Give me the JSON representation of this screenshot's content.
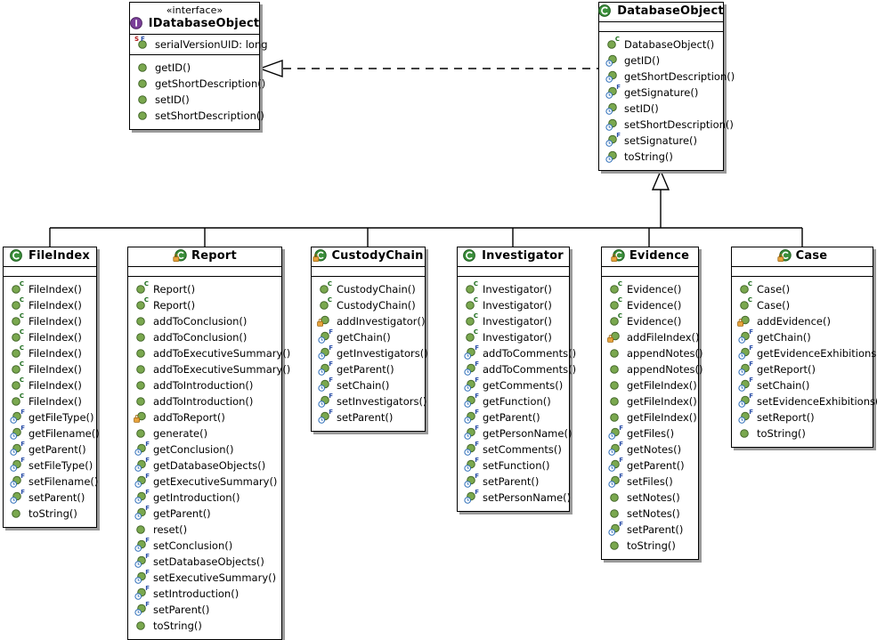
{
  "diagram": {
    "type": "uml-class-diagram",
    "background": "#ffffff",
    "colors": {
      "class_icon": "#3a8f3a",
      "interface_icon": "#7b3f99",
      "member_icon": "#7aa84f",
      "lock_badge": "#e8a33d",
      "line": "#000000",
      "shadow": "#9a9a9a"
    },
    "relations": [
      {
        "name": "realization",
        "from": "DatabaseObject",
        "to": "IDatabaseObject",
        "style": "dashed",
        "arrow": "hollow-triangle"
      },
      {
        "name": "generalization",
        "from": "subclasses",
        "to": "DatabaseObject",
        "style": "solid",
        "arrow": "hollow-triangle"
      }
    ]
  },
  "classes": {
    "idatabaseobject": {
      "stereotype": "«interface»",
      "name": "IDatabaseObject",
      "icon": "interface-icon",
      "locked": false,
      "attributes": [
        {
          "label": "serialVersionUID: long",
          "icon": "field-icon",
          "badges": [
            "S",
            "F"
          ]
        }
      ],
      "operations": [
        {
          "label": "getID()",
          "icon": "method-icon",
          "badges": []
        },
        {
          "label": "getShortDescription()",
          "icon": "method-icon",
          "badges": []
        },
        {
          "label": "setID()",
          "icon": "method-icon",
          "badges": []
        },
        {
          "label": "setShortDescription()",
          "icon": "method-icon",
          "badges": []
        }
      ]
    },
    "databaseobject": {
      "stereotype": "",
      "name": "DatabaseObject",
      "icon": "class-icon",
      "locked": false,
      "attributes": [],
      "operations": [
        {
          "label": "DatabaseObject()",
          "icon": "method-icon",
          "badges": [
            "C"
          ]
        },
        {
          "label": "getID()",
          "icon": "method-icon",
          "badges": [
            "O"
          ]
        },
        {
          "label": "getShortDescription()",
          "icon": "method-icon",
          "badges": [
            "O"
          ]
        },
        {
          "label": "getSignature()",
          "icon": "method-icon",
          "badges": [
            "F",
            "O"
          ]
        },
        {
          "label": "setID()",
          "icon": "method-icon",
          "badges": [
            "O"
          ]
        },
        {
          "label": "setShortDescription()",
          "icon": "method-icon",
          "badges": [
            "O"
          ]
        },
        {
          "label": "setSignature()",
          "icon": "method-icon",
          "badges": [
            "F",
            "O"
          ]
        },
        {
          "label": "toString()",
          "icon": "method-icon",
          "badges": [
            "O"
          ]
        }
      ]
    },
    "fileindex": {
      "stereotype": "",
      "name": "FileIndex",
      "icon": "class-icon",
      "locked": false,
      "attributes": [],
      "operations": [
        {
          "label": "FileIndex()",
          "icon": "method-icon",
          "badges": [
            "C"
          ]
        },
        {
          "label": "FileIndex()",
          "icon": "method-icon",
          "badges": [
            "C"
          ]
        },
        {
          "label": "FileIndex()",
          "icon": "method-icon",
          "badges": [
            "C"
          ]
        },
        {
          "label": "FileIndex()",
          "icon": "method-icon",
          "badges": [
            "C"
          ]
        },
        {
          "label": "FileIndex()",
          "icon": "method-icon",
          "badges": [
            "C"
          ]
        },
        {
          "label": "FileIndex()",
          "icon": "method-icon",
          "badges": [
            "C"
          ]
        },
        {
          "label": "FileIndex()",
          "icon": "method-icon",
          "badges": [
            "C"
          ]
        },
        {
          "label": "FileIndex()",
          "icon": "method-icon",
          "badges": [
            "C"
          ]
        },
        {
          "label": "getFileType()",
          "icon": "method-icon",
          "badges": [
            "F",
            "O"
          ]
        },
        {
          "label": "getFilename()",
          "icon": "method-icon",
          "badges": [
            "F",
            "O"
          ]
        },
        {
          "label": "getParent()",
          "icon": "method-icon",
          "badges": [
            "F",
            "O"
          ]
        },
        {
          "label": "setFileType()",
          "icon": "method-icon",
          "badges": [
            "F",
            "O"
          ]
        },
        {
          "label": "setFilename()",
          "icon": "method-icon",
          "badges": [
            "F",
            "O"
          ]
        },
        {
          "label": "setParent()",
          "icon": "method-icon",
          "badges": [
            "F",
            "O"
          ]
        },
        {
          "label": "toString()",
          "icon": "method-icon",
          "badges": []
        }
      ]
    },
    "report": {
      "stereotype": "",
      "name": "Report",
      "icon": "class-icon",
      "locked": true,
      "attributes": [],
      "operations": [
        {
          "label": "Report()",
          "icon": "method-icon",
          "badges": [
            "C"
          ]
        },
        {
          "label": "Report()",
          "icon": "method-icon",
          "badges": [
            "C"
          ]
        },
        {
          "label": "addToConclusion()",
          "icon": "method-icon",
          "badges": []
        },
        {
          "label": "addToConclusion()",
          "icon": "method-icon",
          "badges": []
        },
        {
          "label": "addToExecutiveSummary()",
          "icon": "method-icon",
          "badges": []
        },
        {
          "label": "addToExecutiveSummary()",
          "icon": "method-icon",
          "badges": []
        },
        {
          "label": "addToIntroduction()",
          "icon": "method-icon",
          "badges": []
        },
        {
          "label": "addToIntroduction()",
          "icon": "method-icon",
          "badges": []
        },
        {
          "label": "addToReport()",
          "icon": "method-icon",
          "badges": [
            "L"
          ]
        },
        {
          "label": "generate()",
          "icon": "method-icon",
          "badges": []
        },
        {
          "label": "getConclusion()",
          "icon": "method-icon",
          "badges": [
            "F",
            "O"
          ]
        },
        {
          "label": "getDatabaseObjects()",
          "icon": "method-icon",
          "badges": [
            "F",
            "O"
          ]
        },
        {
          "label": "getExecutiveSummary()",
          "icon": "method-icon",
          "badges": [
            "F",
            "O"
          ]
        },
        {
          "label": "getIntroduction()",
          "icon": "method-icon",
          "badges": [
            "F",
            "O"
          ]
        },
        {
          "label": "getParent()",
          "icon": "method-icon",
          "badges": [
            "F",
            "O"
          ]
        },
        {
          "label": "reset()",
          "icon": "method-icon",
          "badges": []
        },
        {
          "label": "setConclusion()",
          "icon": "method-icon",
          "badges": [
            "F",
            "O"
          ]
        },
        {
          "label": "setDatabaseObjects()",
          "icon": "method-icon",
          "badges": [
            "F",
            "O"
          ]
        },
        {
          "label": "setExecutiveSummary()",
          "icon": "method-icon",
          "badges": [
            "F",
            "O"
          ]
        },
        {
          "label": "setIntroduction()",
          "icon": "method-icon",
          "badges": [
            "F",
            "O"
          ]
        },
        {
          "label": "setParent()",
          "icon": "method-icon",
          "badges": [
            "F",
            "O"
          ]
        },
        {
          "label": "toString()",
          "icon": "method-icon",
          "badges": []
        }
      ]
    },
    "custodychain": {
      "stereotype": "",
      "name": "CustodyChain",
      "icon": "class-icon",
      "locked": true,
      "attributes": [],
      "operations": [
        {
          "label": "CustodyChain()",
          "icon": "method-icon",
          "badges": [
            "C"
          ]
        },
        {
          "label": "CustodyChain()",
          "icon": "method-icon",
          "badges": [
            "C"
          ]
        },
        {
          "label": "addInvestigator()",
          "icon": "method-icon",
          "badges": [
            "L"
          ]
        },
        {
          "label": "getChain()",
          "icon": "method-icon",
          "badges": [
            "F",
            "O"
          ]
        },
        {
          "label": "getInvestigators()",
          "icon": "method-icon",
          "badges": [
            "F",
            "O"
          ]
        },
        {
          "label": "getParent()",
          "icon": "method-icon",
          "badges": [
            "F",
            "O"
          ]
        },
        {
          "label": "setChain()",
          "icon": "method-icon",
          "badges": [
            "F",
            "O"
          ]
        },
        {
          "label": "setInvestigators()",
          "icon": "method-icon",
          "badges": [
            "F",
            "O"
          ]
        },
        {
          "label": "setParent()",
          "icon": "method-icon",
          "badges": [
            "F",
            "O"
          ]
        }
      ]
    },
    "investigator": {
      "stereotype": "",
      "name": "Investigator",
      "icon": "class-icon",
      "locked": false,
      "attributes": [],
      "operations": [
        {
          "label": "Investigator()",
          "icon": "method-icon",
          "badges": [
            "C"
          ]
        },
        {
          "label": "Investigator()",
          "icon": "method-icon",
          "badges": [
            "C"
          ]
        },
        {
          "label": "Investigator()",
          "icon": "method-icon",
          "badges": [
            "C"
          ]
        },
        {
          "label": "Investigator()",
          "icon": "method-icon",
          "badges": [
            "C"
          ]
        },
        {
          "label": "addToComments()",
          "icon": "method-icon",
          "badges": [
            "F",
            "O"
          ]
        },
        {
          "label": "addToComments()",
          "icon": "method-icon",
          "badges": [
            "F",
            "O"
          ]
        },
        {
          "label": "getComments()",
          "icon": "method-icon",
          "badges": [
            "F",
            "O"
          ]
        },
        {
          "label": "getFunction()",
          "icon": "method-icon",
          "badges": [
            "F",
            "O"
          ]
        },
        {
          "label": "getParent()",
          "icon": "method-icon",
          "badges": [
            "F",
            "O"
          ]
        },
        {
          "label": "getPersonName()",
          "icon": "method-icon",
          "badges": [
            "F",
            "O"
          ]
        },
        {
          "label": "setComments()",
          "icon": "method-icon",
          "badges": [
            "F",
            "O"
          ]
        },
        {
          "label": "setFunction()",
          "icon": "method-icon",
          "badges": [
            "F",
            "O"
          ]
        },
        {
          "label": "setParent()",
          "icon": "method-icon",
          "badges": [
            "F",
            "O"
          ]
        },
        {
          "label": "setPersonName()",
          "icon": "method-icon",
          "badges": [
            "F",
            "O"
          ]
        }
      ]
    },
    "evidence": {
      "stereotype": "",
      "name": "Evidence",
      "icon": "class-icon",
      "locked": true,
      "attributes": [],
      "operations": [
        {
          "label": "Evidence()",
          "icon": "method-icon",
          "badges": [
            "C"
          ]
        },
        {
          "label": "Evidence()",
          "icon": "method-icon",
          "badges": [
            "C"
          ]
        },
        {
          "label": "Evidence()",
          "icon": "method-icon",
          "badges": [
            "C"
          ]
        },
        {
          "label": "addFileIndex()",
          "icon": "method-icon",
          "badges": [
            "L"
          ]
        },
        {
          "label": "appendNotes()",
          "icon": "method-icon",
          "badges": []
        },
        {
          "label": "appendNotes()",
          "icon": "method-icon",
          "badges": []
        },
        {
          "label": "getFileIndex()",
          "icon": "method-icon",
          "badges": []
        },
        {
          "label": "getFileIndex()",
          "icon": "method-icon",
          "badges": []
        },
        {
          "label": "getFileIndex()",
          "icon": "method-icon",
          "badges": []
        },
        {
          "label": "getFiles()",
          "icon": "method-icon",
          "badges": [
            "F",
            "O"
          ]
        },
        {
          "label": "getNotes()",
          "icon": "method-icon",
          "badges": [
            "F",
            "O"
          ]
        },
        {
          "label": "getParent()",
          "icon": "method-icon",
          "badges": [
            "F",
            "O"
          ]
        },
        {
          "label": "setFiles()",
          "icon": "method-icon",
          "badges": [
            "F",
            "O"
          ]
        },
        {
          "label": "setNotes()",
          "icon": "method-icon",
          "badges": []
        },
        {
          "label": "setNotes()",
          "icon": "method-icon",
          "badges": []
        },
        {
          "label": "setParent()",
          "icon": "method-icon",
          "badges": [
            "F",
            "O"
          ]
        },
        {
          "label": "toString()",
          "icon": "method-icon",
          "badges": []
        }
      ]
    },
    "case": {
      "stereotype": "",
      "name": "Case",
      "icon": "class-icon",
      "locked": true,
      "attributes": [],
      "operations": [
        {
          "label": "Case()",
          "icon": "method-icon",
          "badges": [
            "C"
          ]
        },
        {
          "label": "Case()",
          "icon": "method-icon",
          "badges": [
            "C"
          ]
        },
        {
          "label": "addEvidence()",
          "icon": "method-icon",
          "badges": [
            "L"
          ]
        },
        {
          "label": "getChain()",
          "icon": "method-icon",
          "badges": [
            "F",
            "O"
          ]
        },
        {
          "label": "getEvidenceExhibitions()",
          "icon": "method-icon",
          "badges": [
            "F",
            "O"
          ]
        },
        {
          "label": "getReport()",
          "icon": "method-icon",
          "badges": [
            "F",
            "O"
          ]
        },
        {
          "label": "setChain()",
          "icon": "method-icon",
          "badges": [
            "F",
            "O"
          ]
        },
        {
          "label": "setEvidenceExhibitions()",
          "icon": "method-icon",
          "badges": [
            "F",
            "O"
          ]
        },
        {
          "label": "setReport()",
          "icon": "method-icon",
          "badges": [
            "F",
            "O"
          ]
        },
        {
          "label": "toString()",
          "icon": "method-icon",
          "badges": []
        }
      ]
    }
  }
}
